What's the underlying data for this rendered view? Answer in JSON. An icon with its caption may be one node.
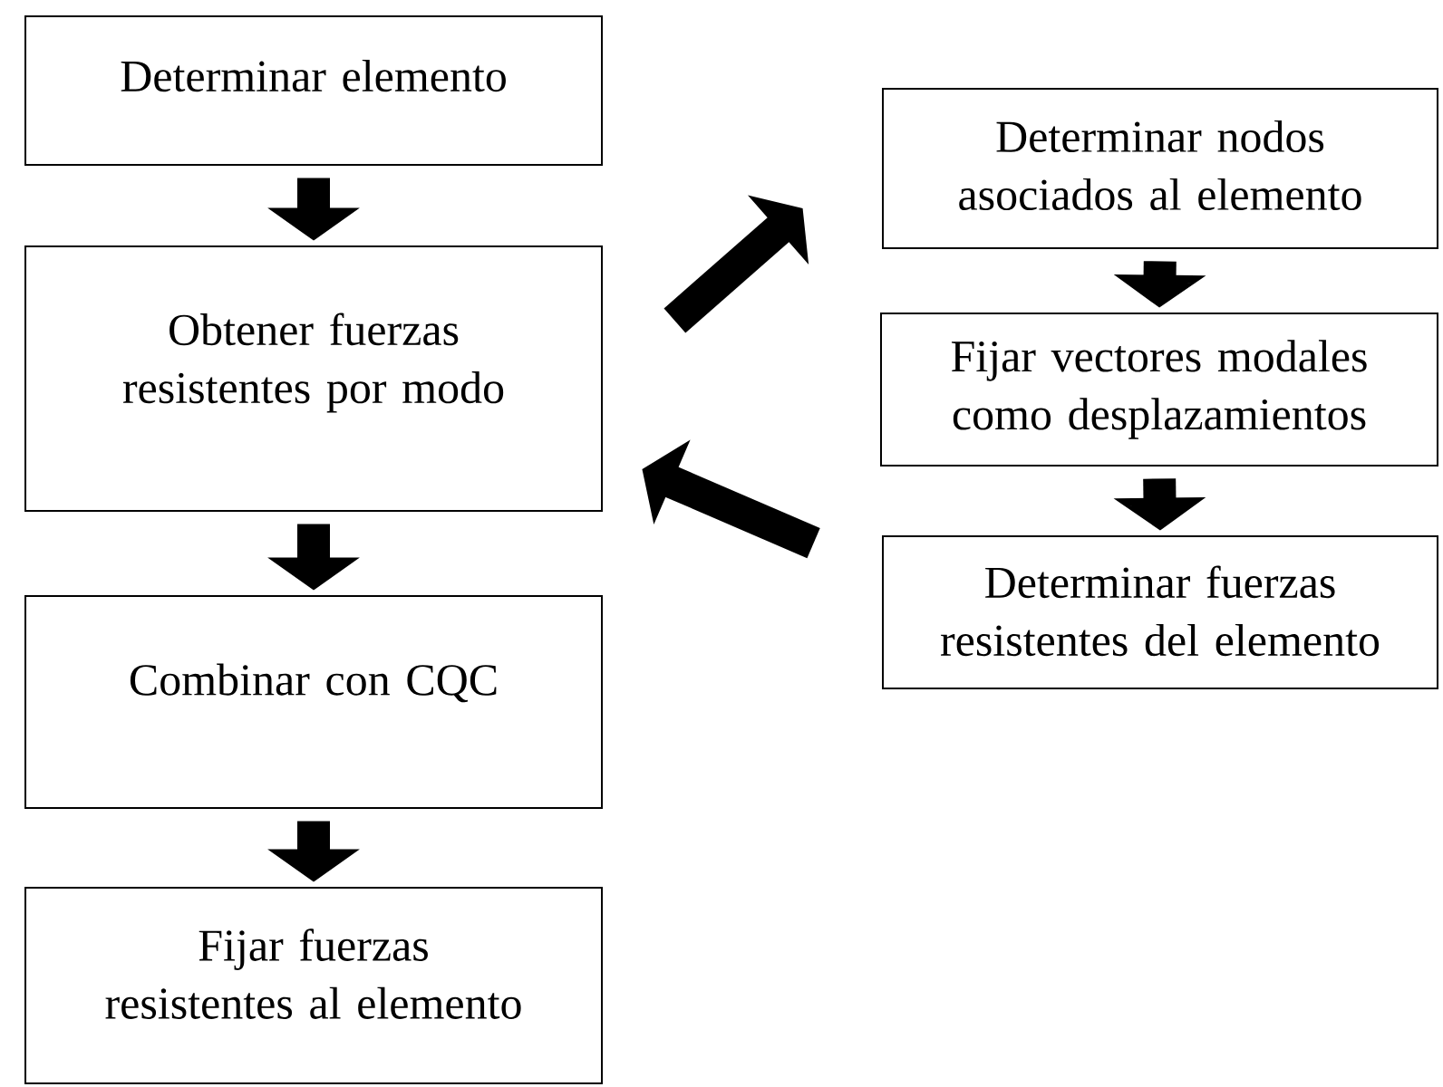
{
  "diagram": {
    "nodes": [
      {
        "text": [
          "Determinar elemento"
        ]
      },
      {
        "text": [
          "Obtener fuerzas resistentes por modo"
        ]
      },
      {
        "text": [
          "Combinar con CQC"
        ]
      },
      {
        "text": [
          "Fijar fuerzas resistentes al elemento"
        ]
      },
      {
        "text": [
          "Determinar nodos asociados al elemento"
        ]
      },
      {
        "text": [
          "Fijar vectores modales como desplazamientos"
        ]
      },
      {
        "text": [
          "Determinar fuerzas resistentes del elemento"
        ]
      }
    ],
    "edges": [
      {
        "from": 0,
        "to": 1,
        "arrow": "to"
      },
      {
        "from": 1,
        "to": 2,
        "arrow": "to"
      },
      {
        "from": 2,
        "to": 3,
        "arrow": "to"
      },
      {
        "from": 1,
        "to": 4,
        "arrow": "to"
      },
      {
        "from": 4,
        "to": 5,
        "arrow": "to"
      },
      {
        "from": 5,
        "to": 6,
        "arrow": "to"
      },
      {
        "from": 6,
        "to": 1,
        "arrow": "to"
      }
    ]
  }
}
